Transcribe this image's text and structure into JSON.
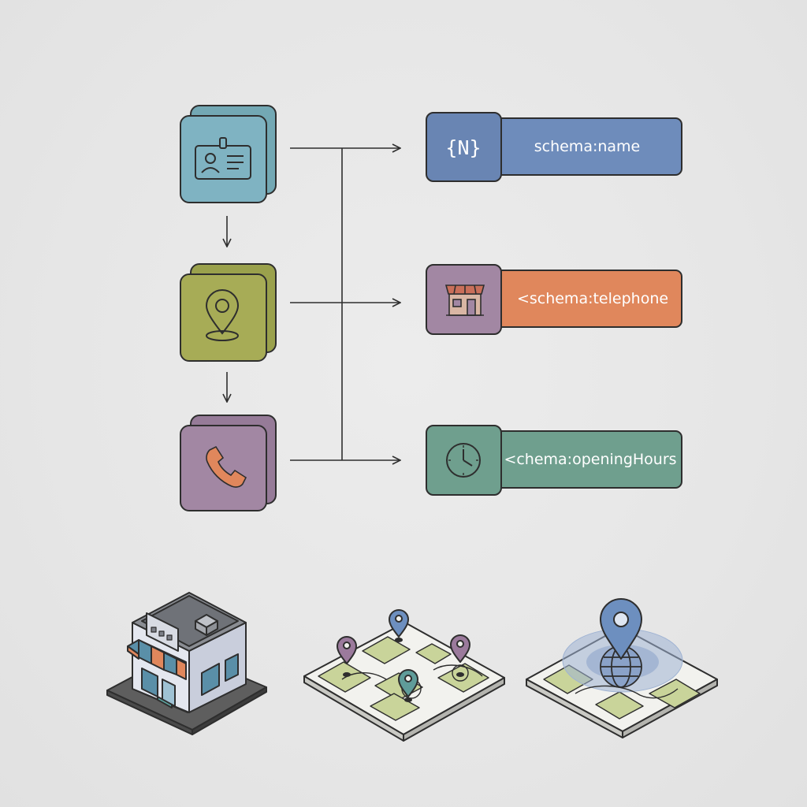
{
  "source_cards": [
    {
      "icon": "id-card-icon",
      "color": "#7fb3c2",
      "back_color": "#73a8b4"
    },
    {
      "icon": "map-pin-icon",
      "color": "#a7ac56",
      "back_color": "#9aa14c"
    },
    {
      "icon": "phone-icon",
      "color": "#a287a3",
      "back_color": "#967b98"
    }
  ],
  "schema_fields": [
    {
      "icon_label": "{N}",
      "icon_color": "#6985b3",
      "bar_color": "#6e8cbb",
      "label": "schema:name"
    },
    {
      "icon": "storefront-icon",
      "icon_color": "#a287a3",
      "bar_color": "#e0875c",
      "label": "<schema:telephone"
    },
    {
      "icon": "clock-icon",
      "icon_color": "#6f9f8e",
      "bar_color": "#6f9f8e",
      "label": "<chema:openingHours"
    }
  ],
  "illustrations": [
    {
      "icon": "storefront-building-icon"
    },
    {
      "icon": "local-map-pins-icon"
    },
    {
      "icon": "map-location-globe-icon"
    }
  ],
  "colors": {
    "background": "#e6e6e6",
    "stroke": "#2e2e2e",
    "awning_blue": "#5a8fa8",
    "awning_orange": "#e0875c",
    "map_green": "#c9d49a",
    "pin_blue": "#6d8fbf",
    "pin_purple": "#9b7a9c",
    "pin_teal": "#5f9c99"
  }
}
